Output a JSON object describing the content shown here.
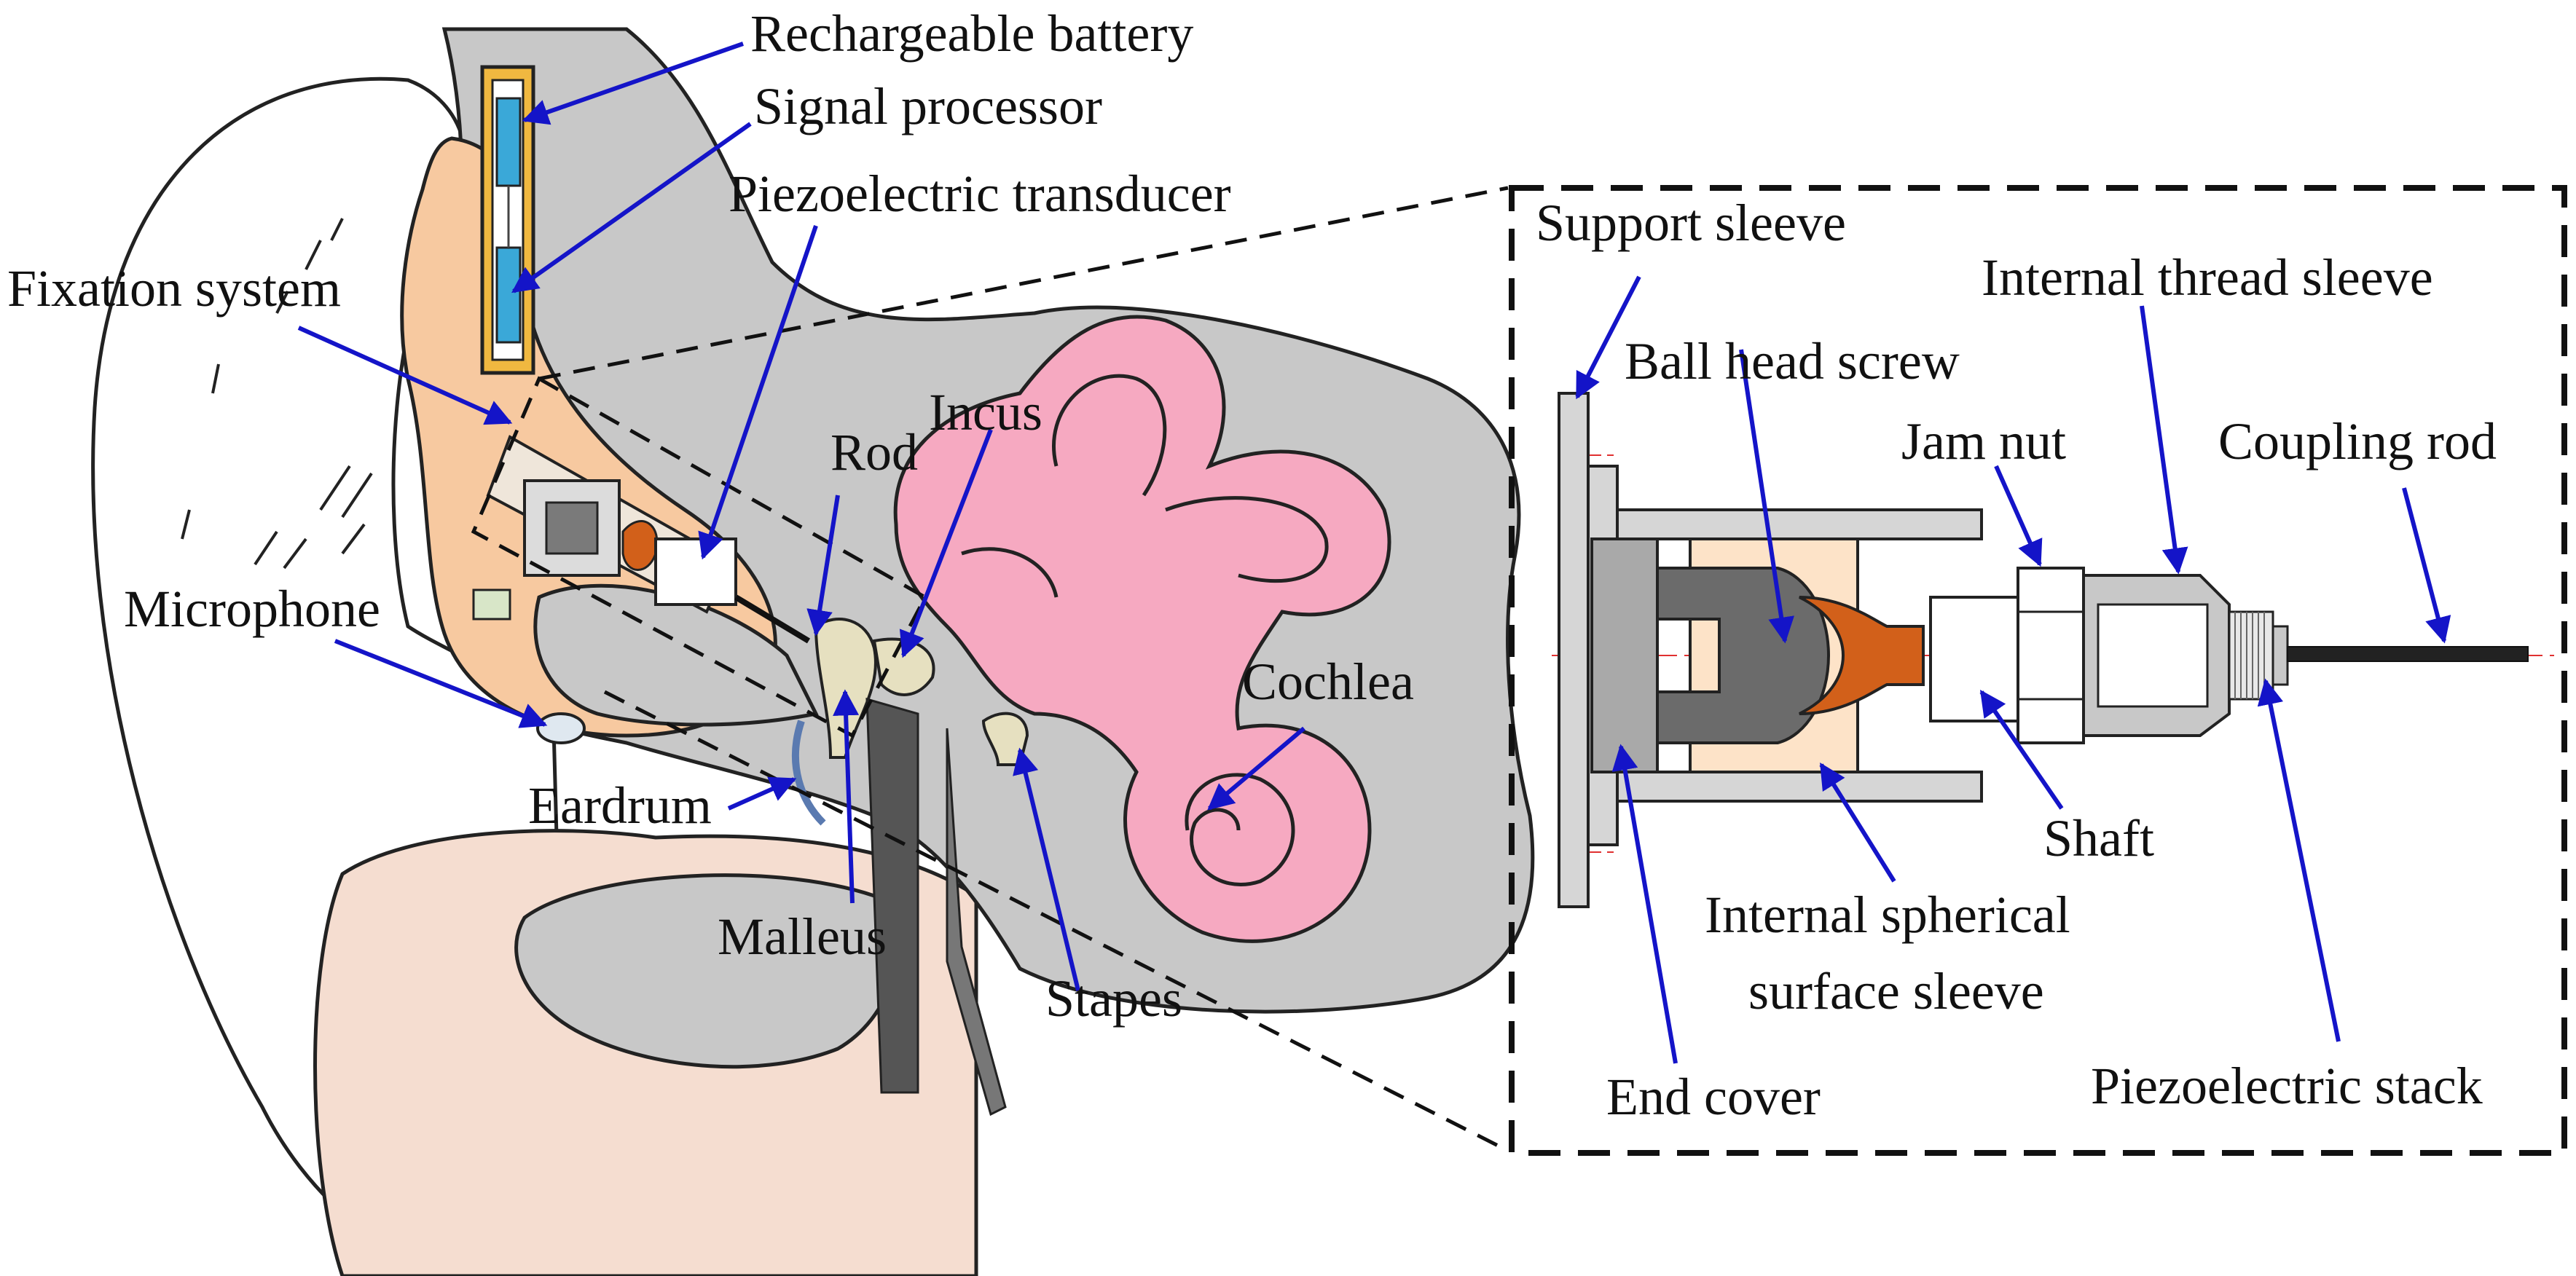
{
  "labels": {
    "rechargeable_battery": "Rechargeable battery",
    "signal_processor": "Signal processor",
    "piezoelectric_transducer": "Piezoelectric transducer",
    "fixation_system": "Fixation system",
    "rod": "Rod",
    "incus": "Incus",
    "microphone": "Microphone",
    "cochlea": "Cochlea",
    "eardrum": "Eardrum",
    "malleus": "Malleus",
    "stapes": "Stapes",
    "support_sleeve": "Support sleeve",
    "internal_thread_sleeve": "Internal thread sleeve",
    "ball_head_screw": "Ball head screw",
    "jam_nut": "Jam nut",
    "coupling_rod": "Coupling rod",
    "shaft": "Shaft",
    "internal_spherical_surface_sleeve_1": "Internal spherical",
    "internal_spherical_surface_sleeve_2": "surface sleeve",
    "end_cover": "End cover",
    "piezoelectric_stack": "Piezoelectric stack"
  },
  "colors": {
    "pointer": "#1414c8",
    "skin": "#f7c9a0",
    "bone_gray": "#c8c8c8",
    "cochlea_pink": "#f6a9c1",
    "face_skin": "#f5ddd0",
    "dark_part": "#6b6b6b",
    "orange_part": "#d2601a",
    "battery_blue": "#3aa8d8",
    "battery_case": "#f0b840"
  }
}
